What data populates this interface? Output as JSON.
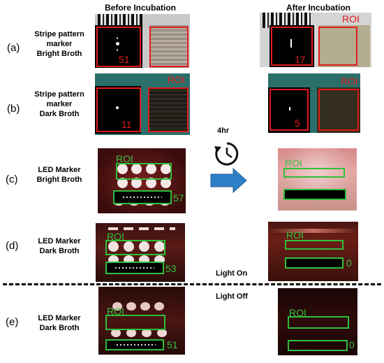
{
  "headers": {
    "before": "Before Incubation",
    "after": "After Incubation"
  },
  "rows": [
    {
      "label": "(a)",
      "desc": [
        "Stripe pattern",
        "marker",
        "Bright Broth"
      ],
      "before_count": "51",
      "after_count": "17"
    },
    {
      "label": "(b)",
      "desc": [
        "Stripe pattern",
        "marker",
        "Dark Broth"
      ],
      "before_count": "11",
      "after_count": "5"
    },
    {
      "label": "(c)",
      "desc": [
        "LED Marker",
        "Bright Broth"
      ],
      "before_count": "57",
      "after_count": ""
    },
    {
      "label": "(d)",
      "desc": [
        "LED Marker",
        "Dark Broth"
      ],
      "before_count": "53",
      "after_count": "0"
    },
    {
      "label": "(e)",
      "desc": [
        "LED Marker",
        "Dark Broth"
      ],
      "before_count": "51",
      "after_count": "0"
    }
  ],
  "roi_label": "ROI",
  "time_label": "4hr",
  "light_on": "Light On",
  "light_off": "Light Off",
  "colors": {
    "roi_red": "#e31b1b",
    "roi_green": "#2fbf3c",
    "arrow_blue": "#2f7fc6"
  }
}
